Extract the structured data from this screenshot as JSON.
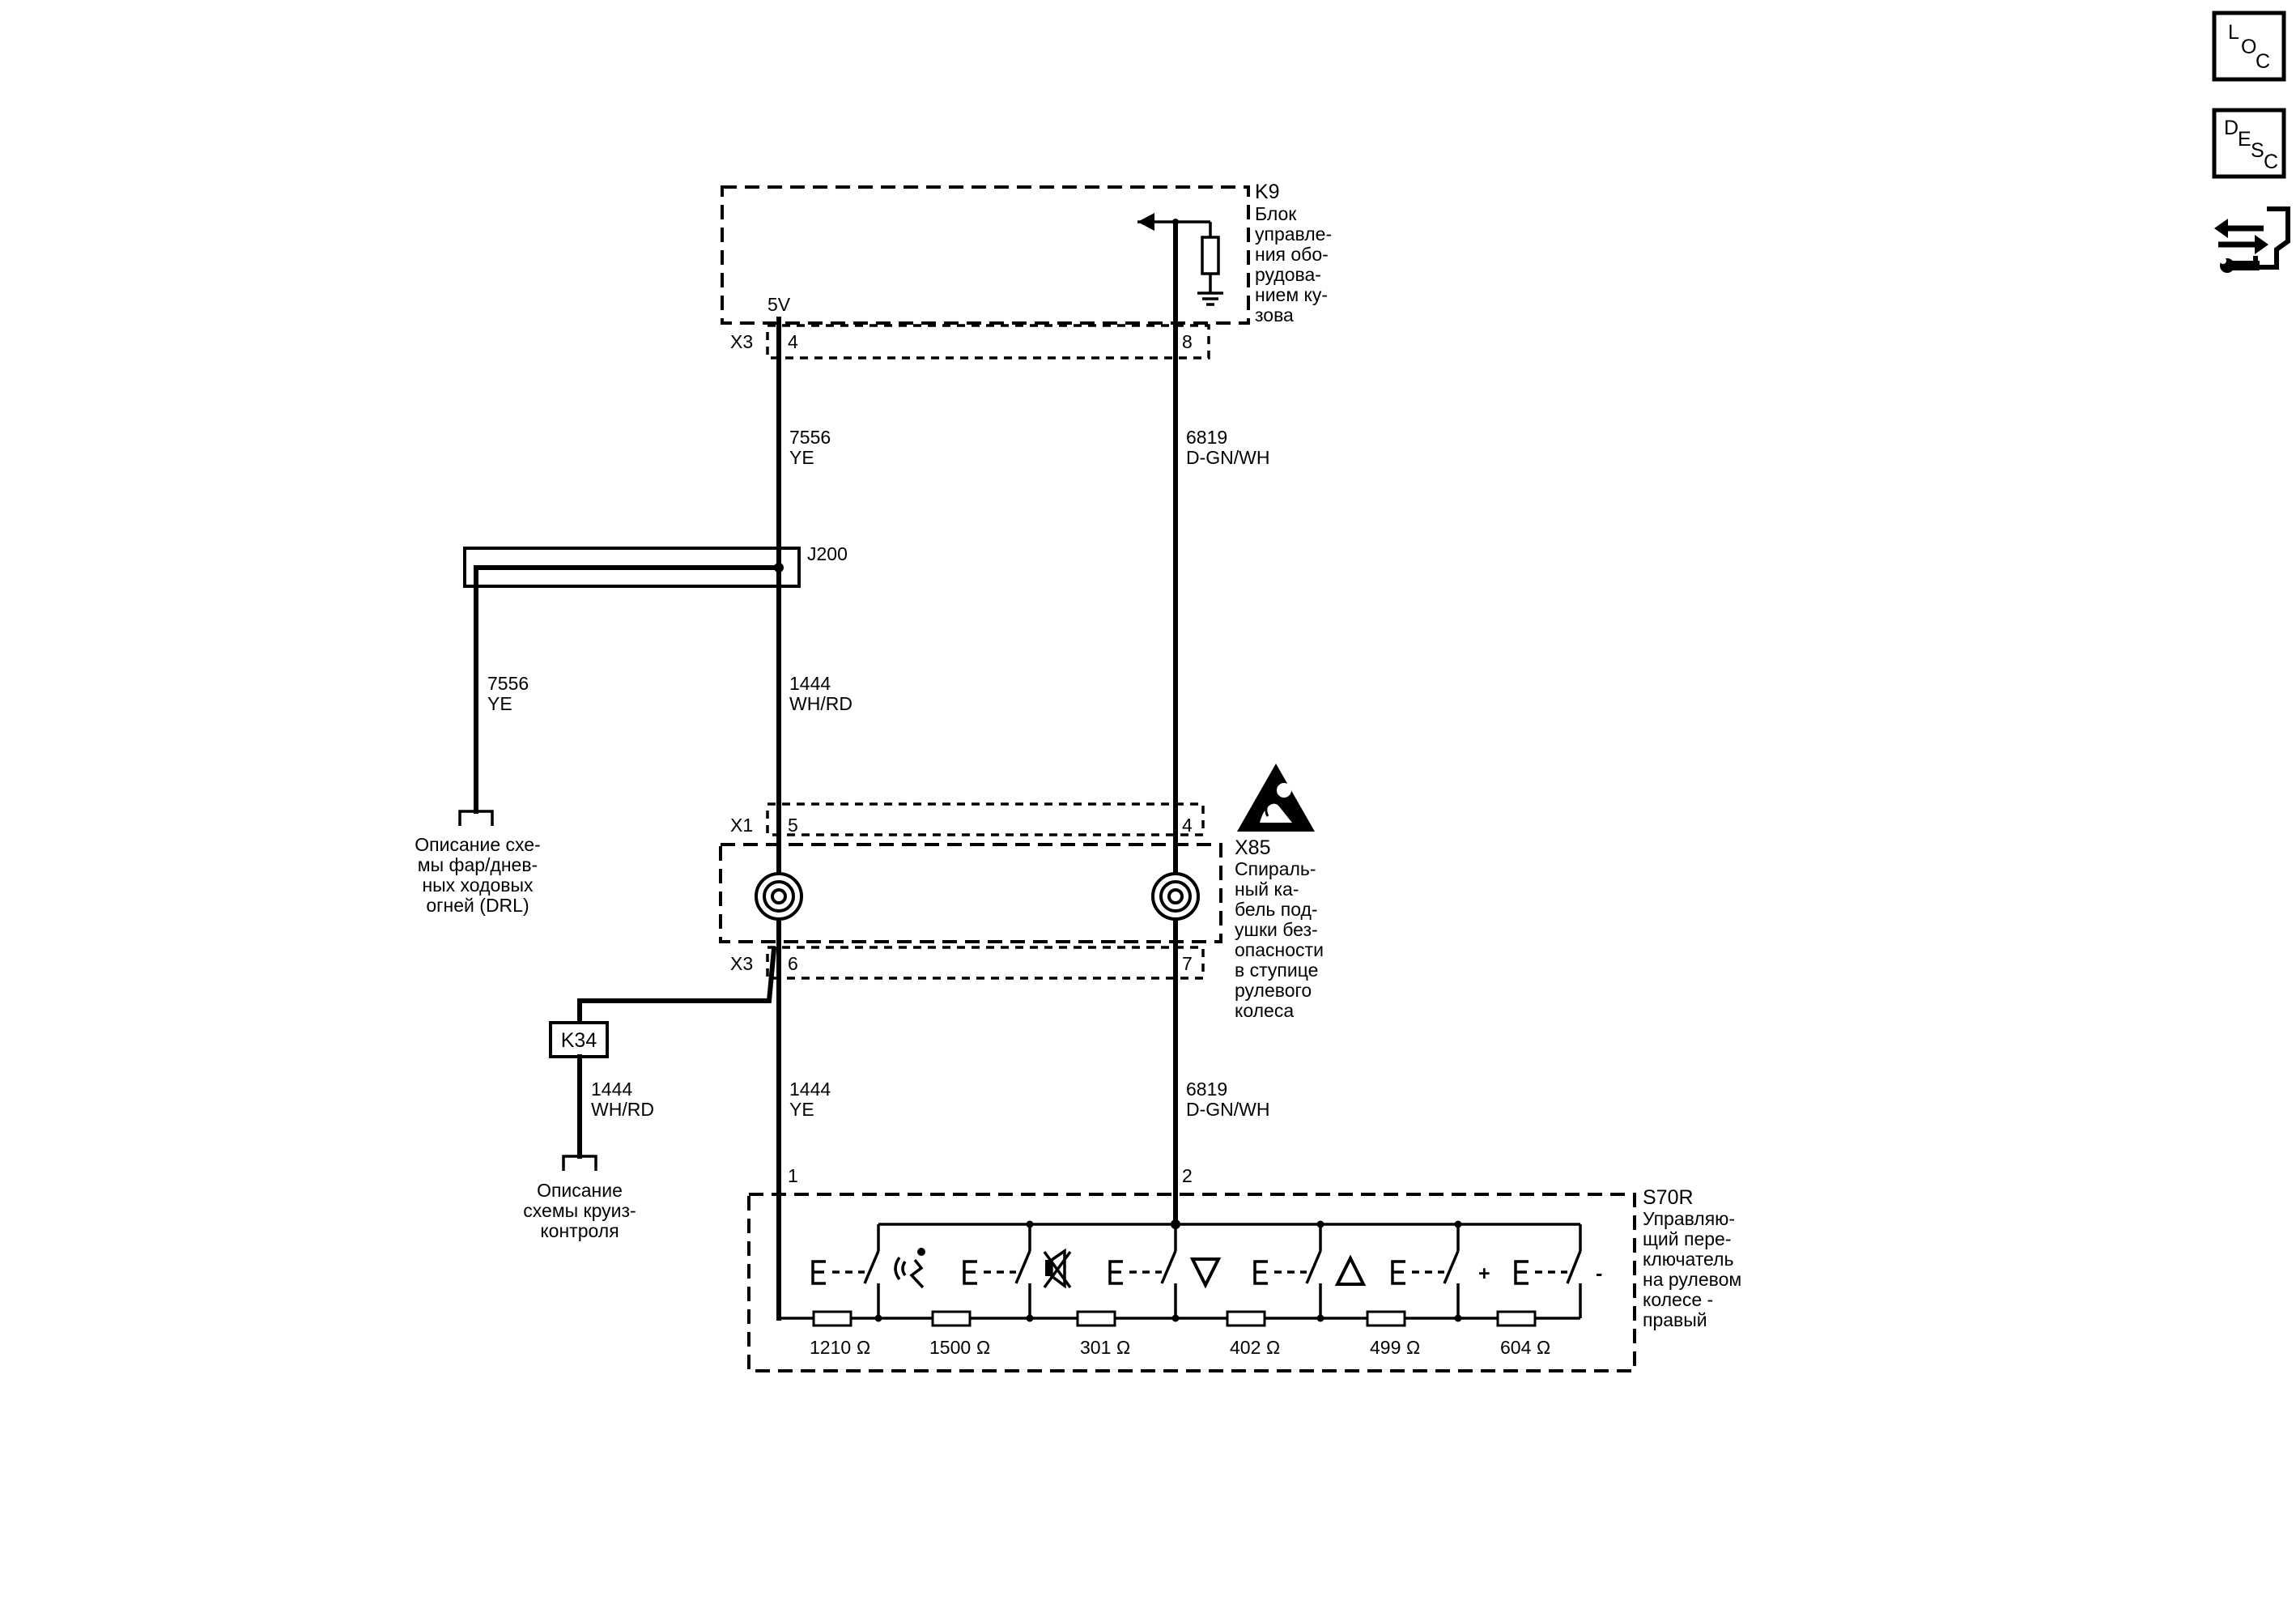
{
  "colors": {
    "line": "#000000",
    "background": "#ffffff"
  },
  "side_icons": [
    {
      "name": "loc-icon",
      "letters": [
        "L",
        "O",
        "C"
      ]
    },
    {
      "name": "desc-icon",
      "letters": [
        "D",
        "E",
        "S",
        "C"
      ]
    },
    {
      "name": "connector-repair-icon"
    }
  ],
  "modules": {
    "k9": {
      "id": "K9",
      "lines": [
        "Блок",
        "управле-",
        "ния обо-",
        "рудова-",
        "нием ку-",
        "зова"
      ],
      "voltage": "5V"
    },
    "x85": {
      "id": "X85",
      "lines": [
        "Спираль-",
        "ный ка-",
        "бель под-",
        "ушки без-",
        "опасности",
        "в ступице",
        "рулевого",
        "колеса"
      ]
    },
    "s70r": {
      "id": "S70R",
      "lines": [
        "Управляю-",
        "щий пере-",
        "ключатель",
        "на рулевом",
        "колесе -",
        "правый"
      ]
    },
    "j200": {
      "id": "J200"
    },
    "k34": {
      "id": "K34"
    }
  },
  "connectors": {
    "k9_x3": {
      "name": "X3",
      "pin_left": "4",
      "pin_right": "8"
    },
    "x85_x1": {
      "name": "X1",
      "pin_left": "5",
      "pin_right": "4"
    },
    "x85_x3": {
      "name": "X3",
      "pin_left": "6",
      "pin_right": "7"
    },
    "s70r_pins": {
      "pin_left": "1",
      "pin_right": "2"
    }
  },
  "wires": {
    "w_7556_upper": {
      "circuit": "7556",
      "color": "YE"
    },
    "w_6819_upper": {
      "circuit": "6819",
      "color": "D-GN/WH"
    },
    "w_7556_drl": {
      "circuit": "7556",
      "color": "YE"
    },
    "w_1444_mid": {
      "circuit": "1444",
      "color": "WH/RD"
    },
    "w_1444_k34": {
      "circuit": "1444",
      "color": "WH/RD"
    },
    "w_1444_lower": {
      "circuit": "1444",
      "color": "YE"
    },
    "w_6819_lower": {
      "circuit": "6819",
      "color": "D-GN/WH"
    }
  },
  "references": {
    "drl": [
      "Описание схе-",
      "мы фар/днев-",
      "ных ходовых",
      "огней (DRL)"
    ],
    "cruise": [
      "Описание",
      "схемы круиз-",
      "контроля"
    ]
  },
  "resistors": [
    "1210",
    "1500",
    "301",
    "402",
    "499",
    "604"
  ],
  "ohm_symbol": "Ω",
  "switch_symbols": [
    "voice-recognition-icon",
    "mute-icon",
    "down-arrow-icon",
    "up-arrow-icon",
    "plus-icon",
    "minus-icon"
  ],
  "switch_plus": "+",
  "switch_minus": "-"
}
